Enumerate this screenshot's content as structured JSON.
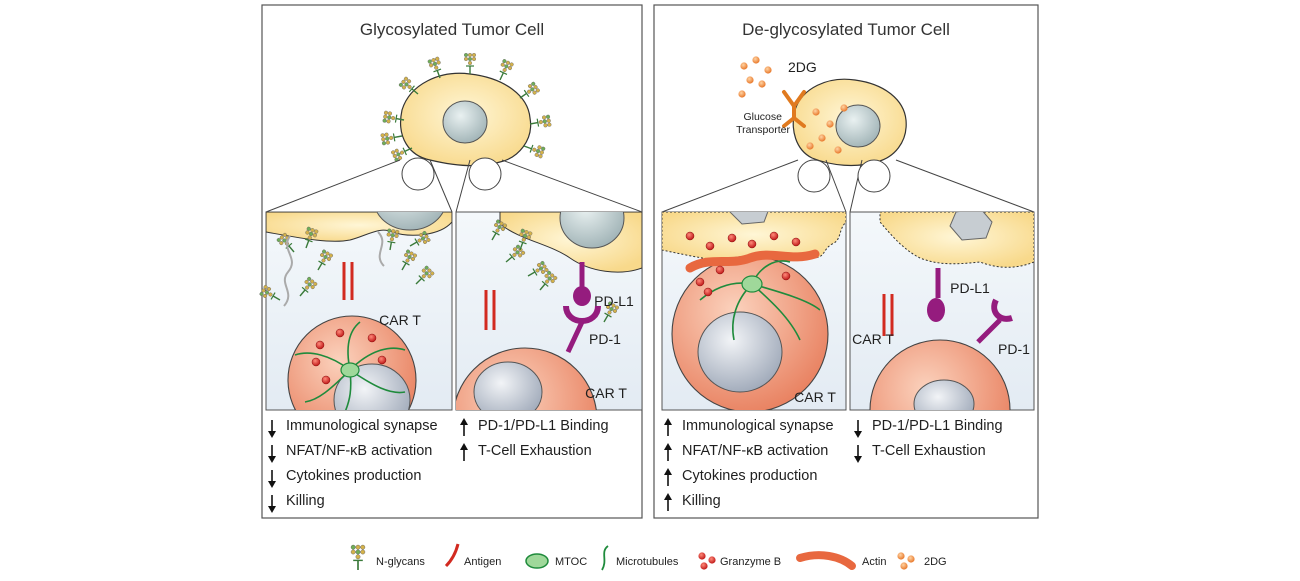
{
  "left_panel": {
    "title": "Glycosylated Tumor Cell",
    "synapse_label": "CAR T",
    "checkpoint_car_label": "CAR T",
    "pdl1_label": "PD-L1",
    "pd1_label": "PD-1",
    "effects_left": [
      {
        "arrow": "down",
        "text": "Immunological synapse"
      },
      {
        "arrow": "down",
        "text": "NFAT/NF-κB activation"
      },
      {
        "arrow": "down",
        "text": "Cytokines production"
      },
      {
        "arrow": "down",
        "text": "Killing"
      }
    ],
    "effects_right": [
      {
        "arrow": "up",
        "text": "PD-1/PD-L1 Binding"
      },
      {
        "arrow": "up",
        "text": "T-Cell Exhaustion"
      }
    ]
  },
  "right_panel": {
    "title": "De-glycosylated Tumor Cell",
    "drug_label": "2DG",
    "transporter_line1": "Glucose",
    "transporter_line2": "Transporter",
    "synapse_label": "CAR T",
    "checkpoint_car_label": "CAR T",
    "pdl1_label": "PD-L1",
    "pd1_label": "PD-1",
    "effects_left": [
      {
        "arrow": "up",
        "text": "Immunological synapse"
      },
      {
        "arrow": "up",
        "text": "NFAT/NF-κB activation"
      },
      {
        "arrow": "up",
        "text": "Cytokines production"
      },
      {
        "arrow": "up",
        "text": "Killing"
      }
    ],
    "effects_right": [
      {
        "arrow": "down",
        "text": "PD-1/PD-L1 Binding"
      },
      {
        "arrow": "down",
        "text": "T-Cell Exhaustion"
      }
    ]
  },
  "legend": [
    {
      "icon": "n-glycan-icon",
      "label": "N-glycans"
    },
    {
      "icon": "antigen-icon",
      "label": "Antigen"
    },
    {
      "icon": "mtoc-icon",
      "label": "MTOC"
    },
    {
      "icon": "microtubule-icon",
      "label": "Microtubules"
    },
    {
      "icon": "granzyme-icon",
      "label": "Granzyme B"
    },
    {
      "icon": "actin-icon",
      "label": "Actin"
    },
    {
      "icon": "2dg-icon",
      "label": "2DG"
    }
  ],
  "colors": {
    "tumor_fill": "#fbe4a6",
    "car_t_fill": "#f0a07e",
    "nucleus_fill": "#c4ccd7",
    "antigen_red": "#d22a20",
    "pd_purple": "#951c7e",
    "microtubule_green": "#1f8b3c",
    "mtoc_green": "#9fd89a",
    "granzyme_red": "#d92b2b",
    "drug_orange": "#f39a4a",
    "panel_fill": "#e9f0f7"
  }
}
